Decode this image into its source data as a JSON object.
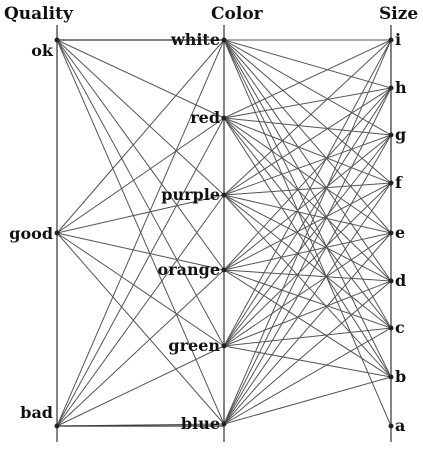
{
  "headers": {
    "quality": "Quality",
    "color": "Color",
    "size": "Size"
  },
  "quality_nodes": [
    "ok",
    "good",
    "bad"
  ],
  "color_nodes": [
    "white",
    "red",
    "purple",
    "orange",
    "green",
    "blue"
  ],
  "size_nodes": [
    "i",
    "h",
    "g",
    "f",
    "e",
    "d",
    "c",
    "b",
    "a"
  ],
  "edges_quality_color": [
    [
      "ok",
      "white"
    ],
    [
      "ok",
      "red"
    ],
    [
      "ok",
      "purple"
    ],
    [
      "ok",
      "orange"
    ],
    [
      "ok",
      "green"
    ],
    [
      "ok",
      "blue"
    ],
    [
      "good",
      "white"
    ],
    [
      "good",
      "red"
    ],
    [
      "good",
      "purple"
    ],
    [
      "good",
      "orange"
    ],
    [
      "good",
      "green"
    ],
    [
      "good",
      "blue"
    ],
    [
      "bad",
      "white"
    ],
    [
      "bad",
      "red"
    ],
    [
      "bad",
      "purple"
    ],
    [
      "bad",
      "orange"
    ],
    [
      "bad",
      "green"
    ],
    [
      "bad",
      "blue"
    ]
  ],
  "edges_color_size": [
    [
      "white",
      "i"
    ],
    [
      "white",
      "h"
    ],
    [
      "white",
      "g"
    ],
    [
      "white",
      "f"
    ],
    [
      "white",
      "e"
    ],
    [
      "white",
      "d"
    ],
    [
      "white",
      "c"
    ],
    [
      "white",
      "b"
    ],
    [
      "white",
      "a"
    ],
    [
      "red",
      "i"
    ],
    [
      "red",
      "h"
    ],
    [
      "red",
      "g"
    ],
    [
      "red",
      "f"
    ],
    [
      "red",
      "e"
    ],
    [
      "red",
      "d"
    ],
    [
      "red",
      "c"
    ],
    [
      "red",
      "b"
    ],
    [
      "purple",
      "i"
    ],
    [
      "purple",
      "h"
    ],
    [
      "purple",
      "g"
    ],
    [
      "purple",
      "f"
    ],
    [
      "purple",
      "e"
    ],
    [
      "purple",
      "d"
    ],
    [
      "purple",
      "c"
    ],
    [
      "purple",
      "b"
    ],
    [
      "orange",
      "h"
    ],
    [
      "orange",
      "g"
    ],
    [
      "orange",
      "f"
    ],
    [
      "orange",
      "e"
    ],
    [
      "orange",
      "d"
    ],
    [
      "orange",
      "c"
    ],
    [
      "orange",
      "b"
    ],
    [
      "green",
      "i"
    ],
    [
      "green",
      "h"
    ],
    [
      "green",
      "g"
    ],
    [
      "green",
      "f"
    ],
    [
      "green",
      "e"
    ],
    [
      "green",
      "d"
    ],
    [
      "green",
      "c"
    ],
    [
      "green",
      "b"
    ],
    [
      "blue",
      "i"
    ],
    [
      "blue",
      "h"
    ],
    [
      "blue",
      "g"
    ],
    [
      "blue",
      "f"
    ],
    [
      "blue",
      "e"
    ],
    [
      "blue",
      "d"
    ],
    [
      "blue",
      "c"
    ],
    [
      "blue",
      "b"
    ]
  ]
}
